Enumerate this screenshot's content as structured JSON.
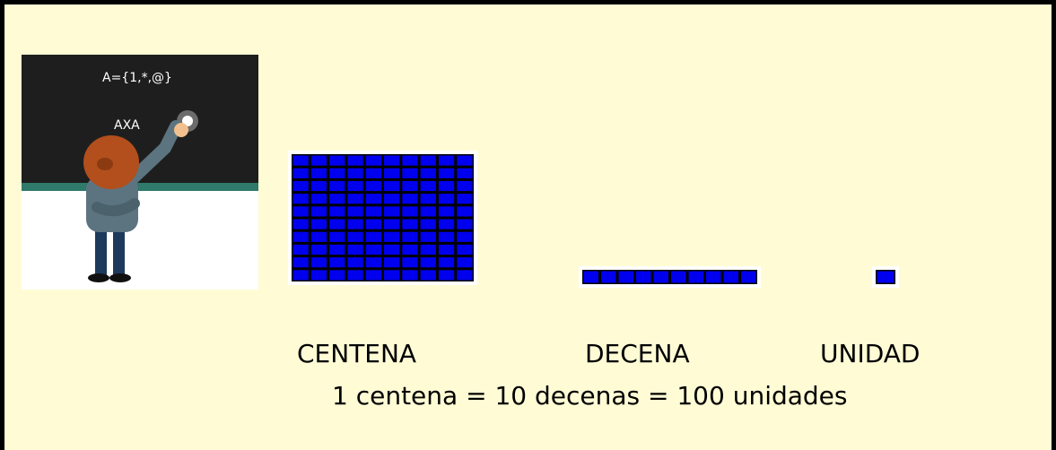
{
  "illustration": {
    "board_line1": "A={1,*,@}",
    "board_line2": "AXA",
    "board_color": "#1e1e1e",
    "rail_color": "#2f7a6a"
  },
  "blocks": {
    "color": "#0000ee",
    "centena": {
      "label": "CENTENA",
      "rows": 10,
      "cols": 10
    },
    "decena": {
      "label": "DECENA",
      "rows": 1,
      "cols": 10
    },
    "unidad": {
      "label": "UNIDAD",
      "rows": 1,
      "cols": 1
    }
  },
  "equivalence_text": "1 centena = 10 decenas = 100 unidades",
  "colors": {
    "background": "#fffbd5",
    "border": "#000000"
  }
}
